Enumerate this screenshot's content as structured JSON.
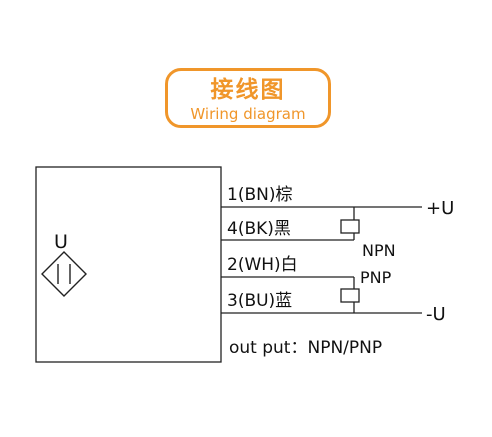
{
  "title": {
    "zh": "接线图",
    "en": "Wiring diagram"
  },
  "sensor": {
    "label": "U"
  },
  "wires": [
    {
      "label": "1(BN)棕"
    },
    {
      "label": "4(BK)黑"
    },
    {
      "label": "2(WH)白"
    },
    {
      "label": "3(BU)蓝"
    }
  ],
  "terminals": {
    "positive": "+U",
    "negative": "-U"
  },
  "load_labels": {
    "npn": "NPN",
    "pnp": "PNP"
  },
  "output_note": "out put：NPN/PNP",
  "colors": {
    "accent": "#f0962a",
    "line": "#222222"
  }
}
